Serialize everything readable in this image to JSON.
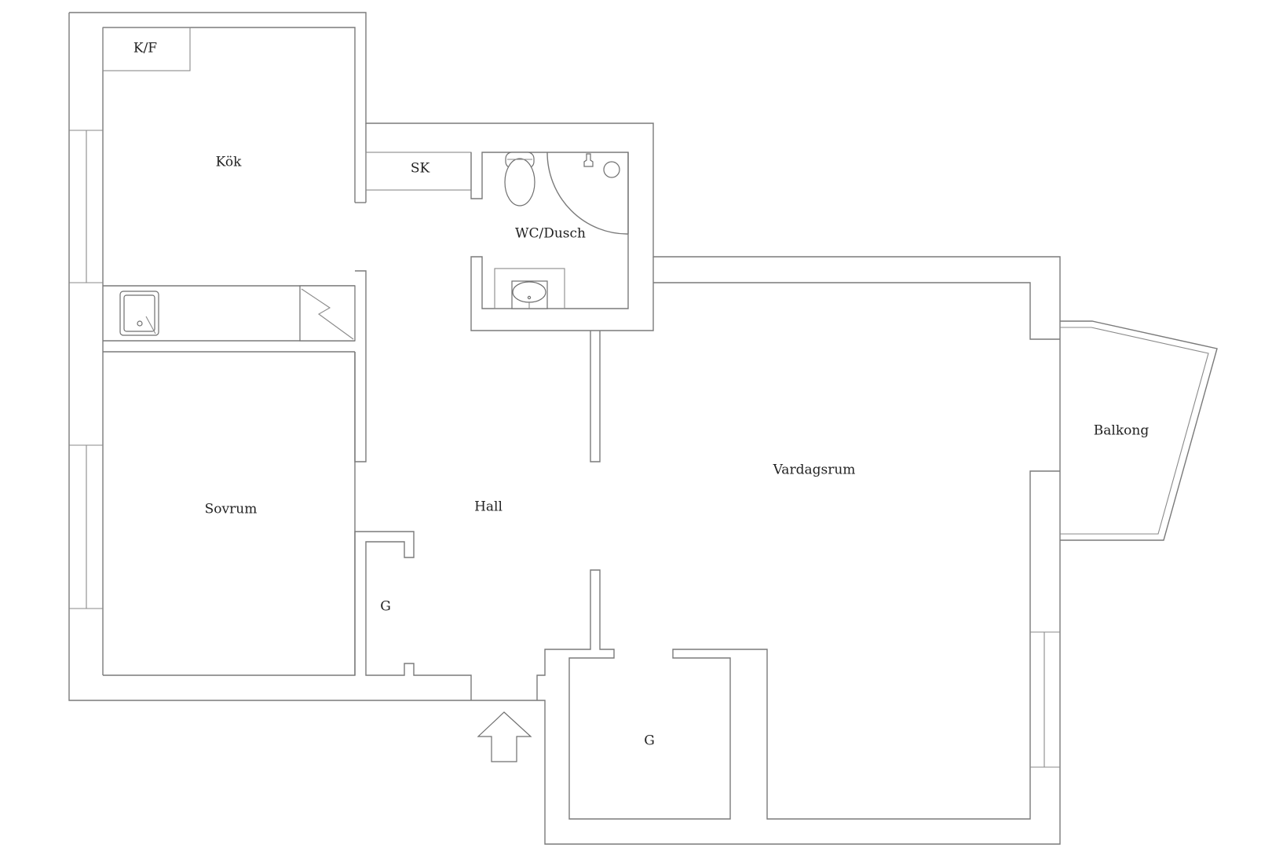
{
  "rooms": {
    "kf": "K/F",
    "kok": "Kök",
    "sk": "SK",
    "wc": "WC/Dusch",
    "sovrum": "Sovrum",
    "hall": "Hall",
    "g_hall": "G",
    "g_lower": "G",
    "vardagsrum": "Vardagsrum",
    "balkong": "Balkong"
  },
  "colors": {
    "wall": "#7a7a7a",
    "background": "#ffffff",
    "text": "#222222"
  },
  "icons": [
    "entrance-arrow-icon",
    "toilet-icon",
    "sink-icon",
    "kitchen-sink-icon",
    "stove-icon",
    "shower-icon"
  ]
}
